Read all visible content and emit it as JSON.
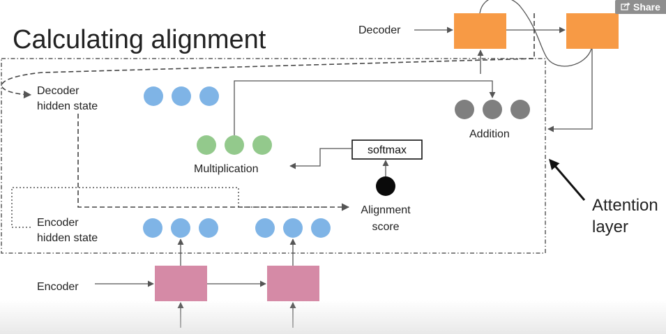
{
  "title": "Calculating alignment",
  "labels": {
    "decoder": "Decoder",
    "decoder_hidden_state_line1": "Decoder",
    "decoder_hidden_state_line2": "hidden state",
    "multiplication": "Multiplication",
    "softmax": "softmax",
    "alignment_score_line1": "Alignment",
    "alignment_score_line2": "score",
    "addition": "Addition",
    "encoder_hidden_state_line1": "Encoder",
    "encoder_hidden_state_line2": "hidden state",
    "encoder": "Encoder",
    "attention_layer_line1": "Attention",
    "attention_layer_line2": "layer"
  },
  "share_button": {
    "label": "Share",
    "icon": "share-icon"
  },
  "colors": {
    "decoder_block": "#f79a45",
    "encoder_block": "#d58aa6",
    "blue_circle": "#7fb4e6",
    "green_circle": "#93c98c",
    "gray_circle": "#7f7f7f",
    "black_circle": "#0a0a0a",
    "arrow": "#555555"
  }
}
